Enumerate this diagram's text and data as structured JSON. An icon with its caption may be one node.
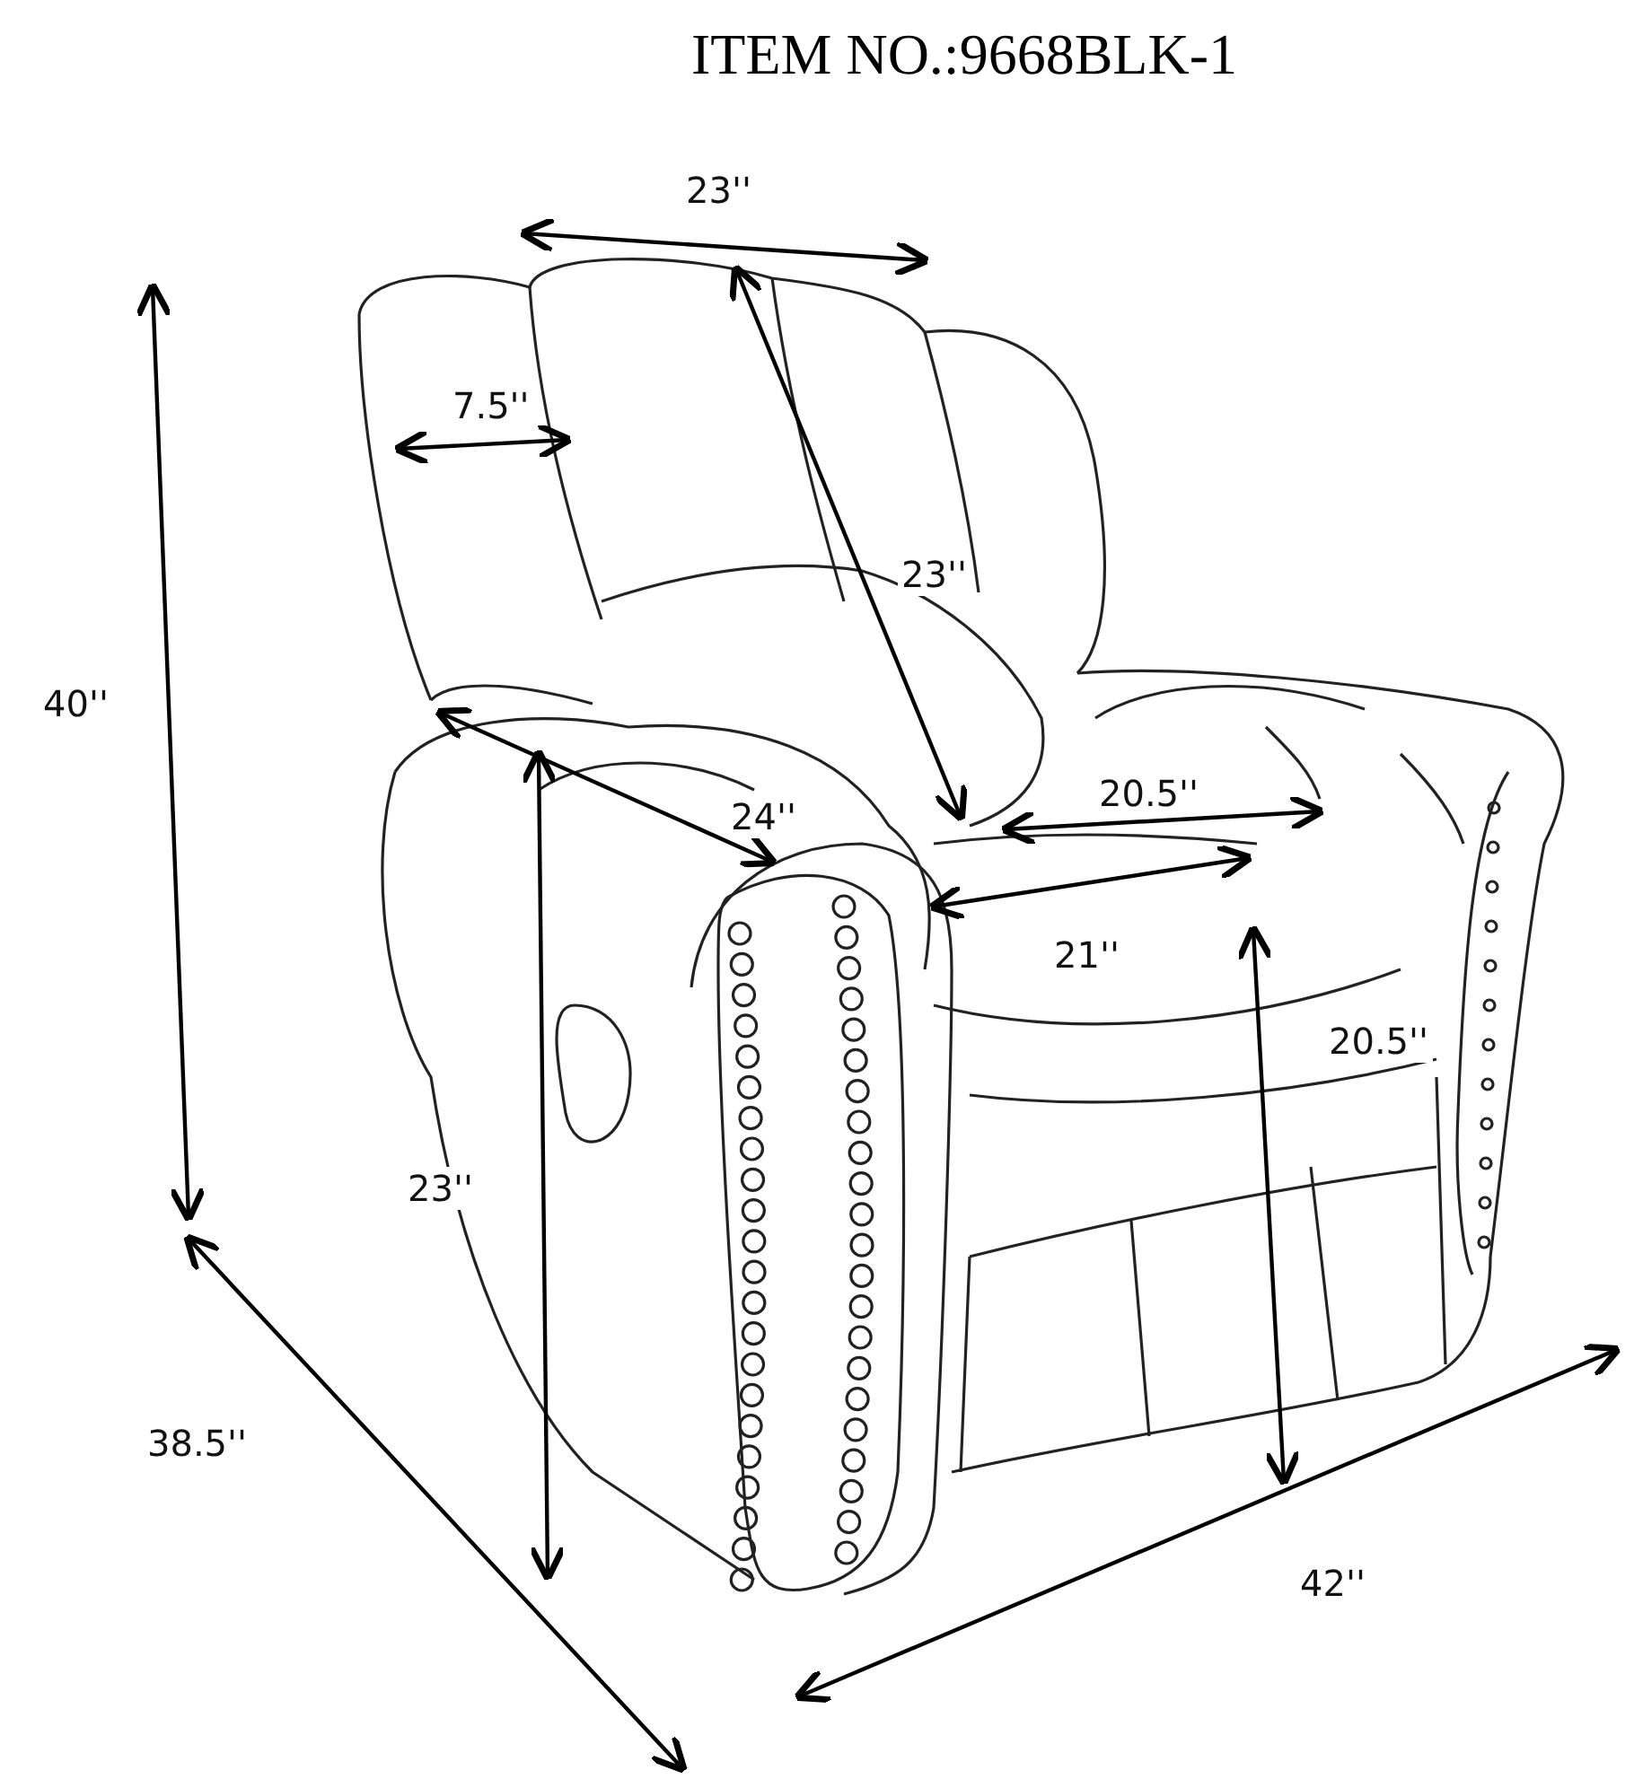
{
  "diagram": {
    "title": "ITEM NO.:9668BLK-1",
    "labels": [
      "23''",
      "7.5''",
      "23''",
      "40''",
      "24''",
      "20.5''",
      "21''",
      "20.5''",
      "23''",
      "38.5''",
      "42''"
    ]
  }
}
